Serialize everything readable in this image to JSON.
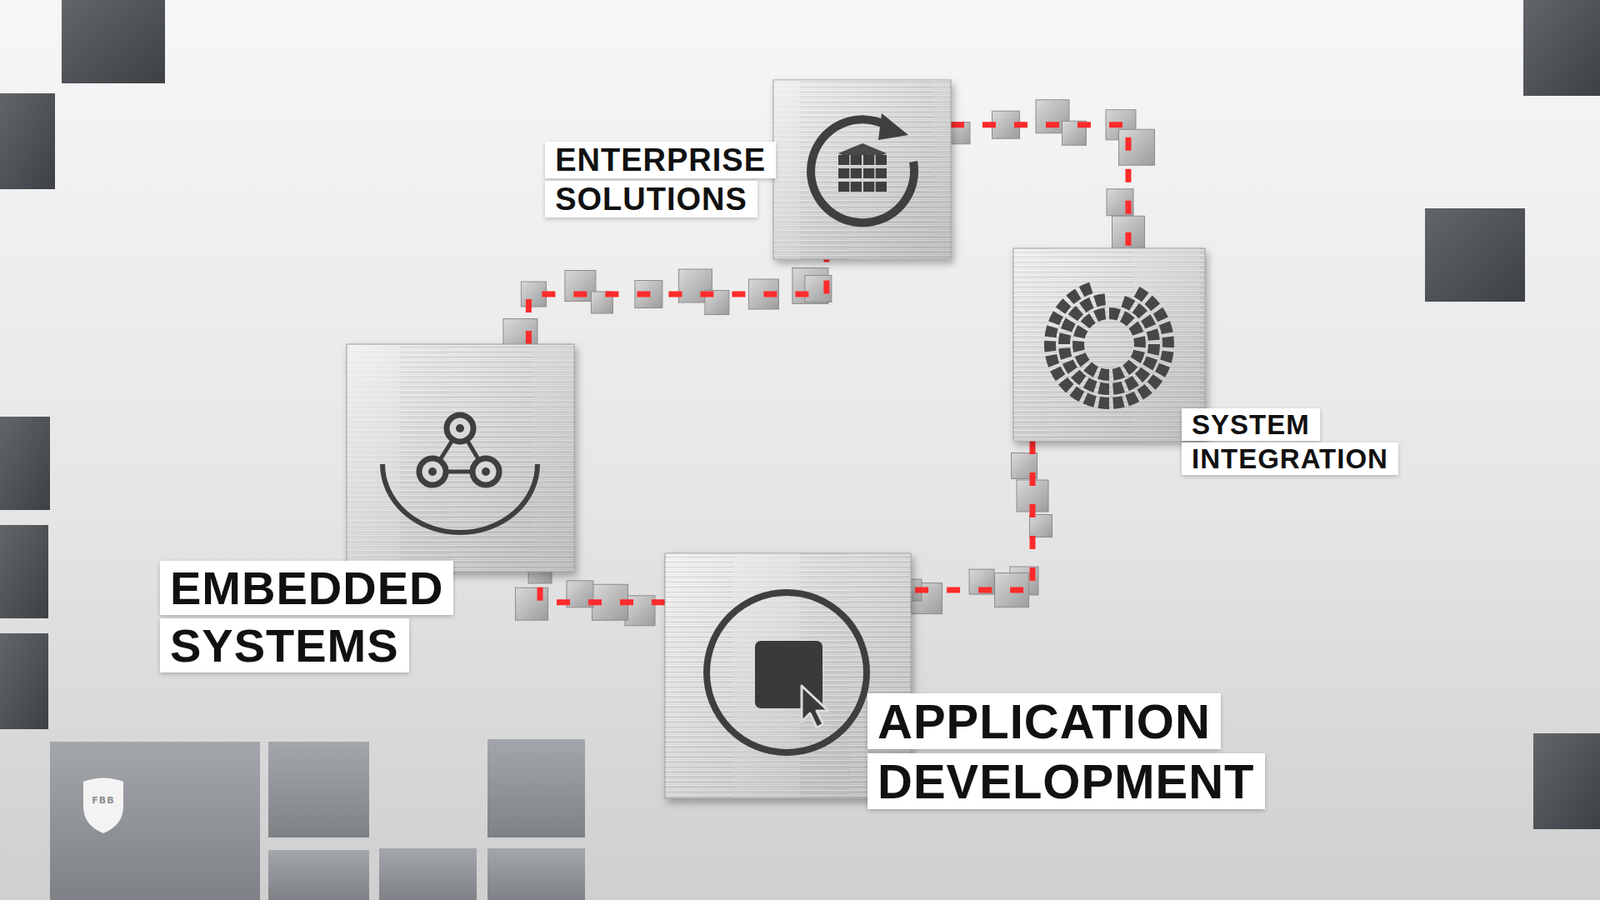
{
  "diagram": {
    "nodes": [
      {
        "text": [
          "ENTERPRISE SOLUTIONS"
        ]
      },
      {
        "text": [
          "SYSTEM INTEGRATION"
        ]
      },
      {
        "text": [
          "EMBEDDED SYSTEMS"
        ]
      },
      {
        "text": [
          "APPLICATION DEVELOPMENT"
        ]
      }
    ],
    "edges": [
      {
        "from": 0,
        "to": 1,
        "arrow": "none"
      },
      {
        "from": 1,
        "to": 3,
        "arrow": "none"
      },
      {
        "from": 3,
        "to": 2,
        "arrow": "none"
      },
      {
        "from": 2,
        "to": 0,
        "arrow": "none"
      }
    ],
    "labels": [
      "FBB"
    ]
  }
}
